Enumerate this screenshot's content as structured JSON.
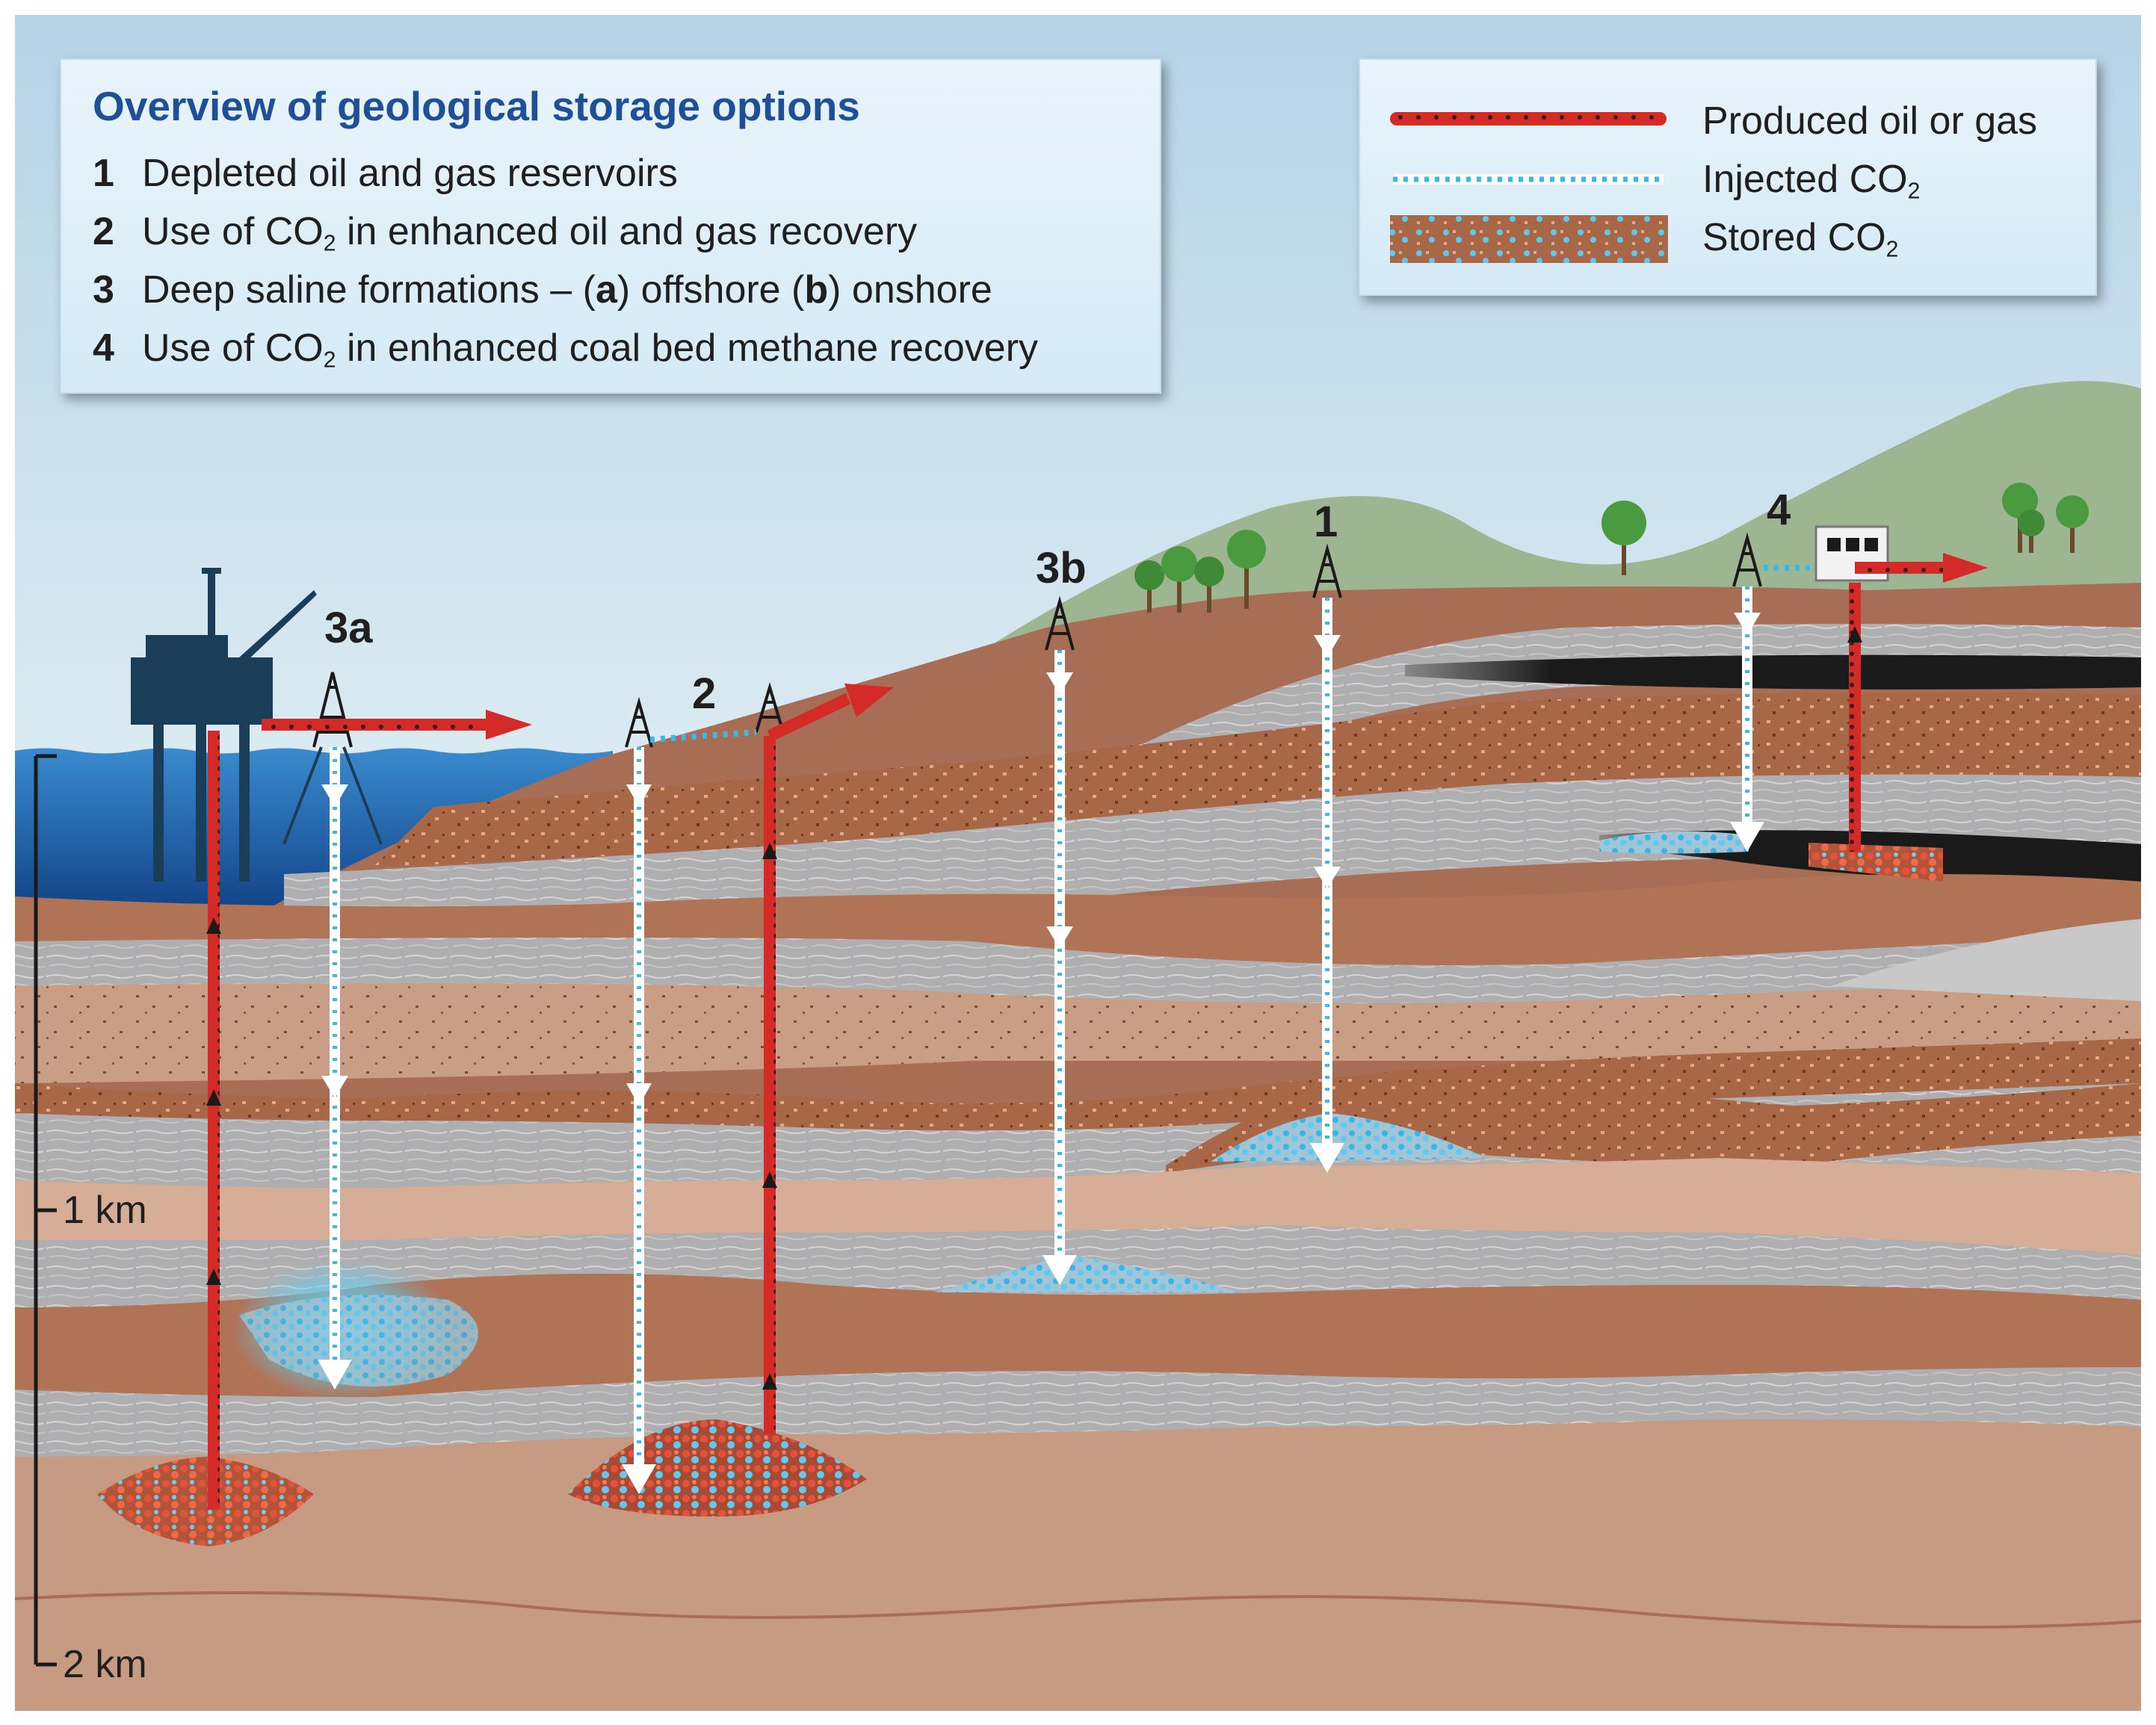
{
  "overview": {
    "title": "Overview of geological storage options",
    "items": [
      {
        "num": "1",
        "parts": [
          {
            "t": "Depleted oil and gas reservoirs"
          }
        ]
      },
      {
        "num": "2",
        "parts": [
          {
            "t": "Use of CO"
          },
          {
            "sub": "2"
          },
          {
            "t": " in enhanced oil and gas recovery"
          }
        ]
      },
      {
        "num": "3",
        "parts": [
          {
            "t": "Deep saline formations – ("
          },
          {
            "b": "a"
          },
          {
            "t": ") offshore ("
          },
          {
            "b": "b"
          },
          {
            "t": ") onshore"
          }
        ]
      },
      {
        "num": "4",
        "parts": [
          {
            "t": "Use of CO"
          },
          {
            "sub": "2"
          },
          {
            "t": " in enhanced coal bed methane recovery"
          }
        ]
      }
    ]
  },
  "legend": {
    "produced": "Produced oil or gas",
    "injected": [
      {
        "t": "Injected CO"
      },
      {
        "sub": "2"
      }
    ],
    "stored": [
      {
        "t": "Stored CO"
      },
      {
        "sub": "2"
      }
    ]
  },
  "sites": {
    "s3a": "3a",
    "s2": "2",
    "s3b": "3b",
    "s1": "1",
    "s4": "4"
  },
  "scale": {
    "one_km": "1 km",
    "two_km": "2 km"
  },
  "colors": {
    "produced": "#d42a28",
    "injected": "#3cb8e6",
    "stored_bg": "#a86848",
    "sea": "#1d5fa6",
    "sky": "#cfe3ef",
    "hill": "#9eb592"
  }
}
